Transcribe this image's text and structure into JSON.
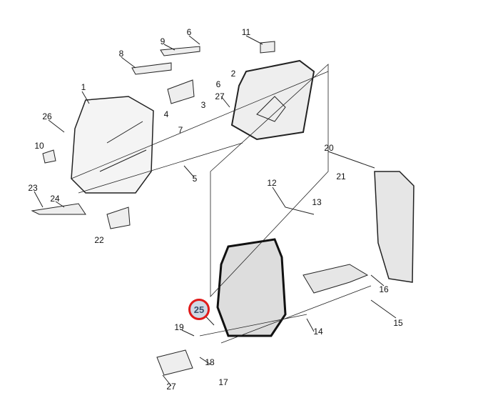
{
  "labels": [
    "6",
    "11",
    "9",
    "8",
    "2",
    "6",
    "1",
    "27",
    "4",
    "3",
    "26",
    "7",
    "10",
    "20",
    "5",
    "21",
    "12",
    "23",
    "24",
    "13",
    "22",
    "16",
    "19",
    "14",
    "15",
    "18",
    "17",
    "27"
  ],
  "highlighted_callout": "25",
  "colors": {
    "highlight": "#e01a1a",
    "line": "#222222"
  }
}
